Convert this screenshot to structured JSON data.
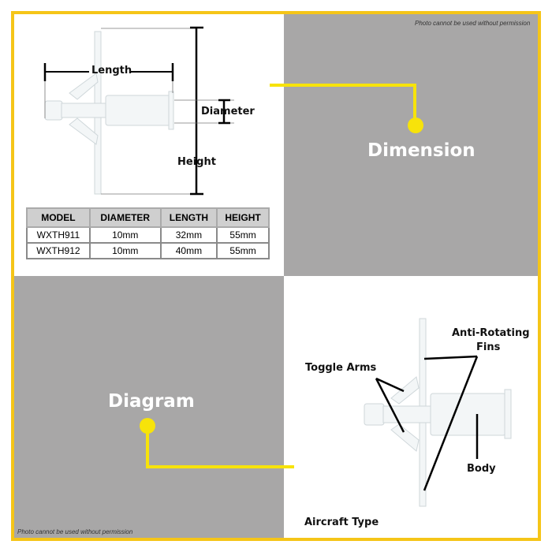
{
  "notices": {
    "top": "Photo cannot be used without permission",
    "bottom": "Photo cannot be used without permission"
  },
  "titles": {
    "dimension": "Dimension",
    "diagram": "Diagram"
  },
  "dimension_labels": {
    "length": "Length",
    "diameter": "Diameter",
    "height": "Height"
  },
  "diagram_labels": {
    "anti_rotating_line1": "Anti-Rotating",
    "anti_rotating_line2": "Fins",
    "toggle_arms": "Toggle Arms",
    "body": "Body",
    "aircraft_type": "Aircraft Type"
  },
  "specs_table": {
    "headers": [
      "MODEL",
      "DIAMETER",
      "LENGTH",
      "HEIGHT"
    ],
    "rows": [
      [
        "WXTH911",
        "10mm",
        "32mm",
        "55mm"
      ],
      [
        "WXTH912",
        "10mm",
        "40mm",
        "55mm"
      ]
    ]
  },
  "colors": {
    "frame": "#f5c518",
    "connector": "#f7e30a",
    "gray_panel": "#a8a7a7",
    "table_header": "#cfcfcf"
  }
}
